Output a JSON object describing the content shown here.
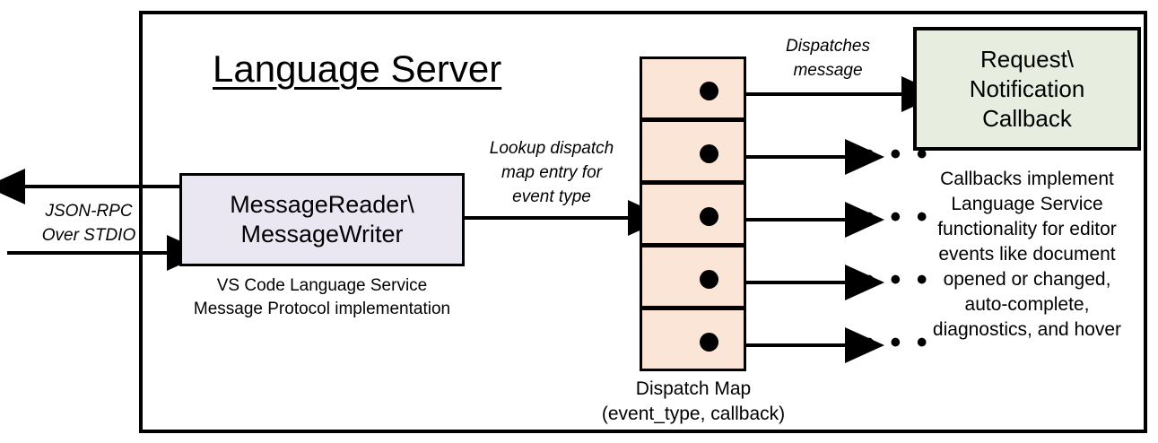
{
  "diagram": {
    "title": "Language Server",
    "container_border_color": "#000000",
    "background": "#ffffff"
  },
  "edges": {
    "jsonrpc_label": "JSON-RPC\nOver STDIO",
    "jsonrpc_line1": "JSON-RPC",
    "jsonrpc_line2": "Over STDIO",
    "lookup_label_line1": "Lookup dispatch",
    "lookup_label_line2": "map entry for",
    "lookup_label_line3": "event type",
    "dispatches_line1": "Dispatches",
    "dispatches_line2": "message",
    "ellipsis": "• • •"
  },
  "reader_box": {
    "line1": "MessageReader\\",
    "line2": "MessageWriter",
    "fill": "#EAE7F2",
    "caption_line1": "VS Code Language Service",
    "caption_line2": "Message Protocol implementation"
  },
  "dispatch_map": {
    "fill": "#FBE5D6",
    "cell_count": 5,
    "cells": [
      {
        "index": 1
      },
      {
        "index": 2
      },
      {
        "index": 3
      },
      {
        "index": 4
      },
      {
        "index": 5
      }
    ],
    "caption_line1": "Dispatch Map",
    "caption_line2": "(event_type, callback)"
  },
  "callback_box": {
    "line1": "Request\\",
    "line2": "Notification",
    "line3": "Callback",
    "fill": "#E8EEDF",
    "caption_line1": "Callbacks implement",
    "caption_line2": "Language Service",
    "caption_line3": "functionality for editor",
    "caption_line4": "events like document",
    "caption_line5": "opened or changed,",
    "caption_line6": "auto-complete,",
    "caption_line7": "diagnostics, and hover"
  }
}
